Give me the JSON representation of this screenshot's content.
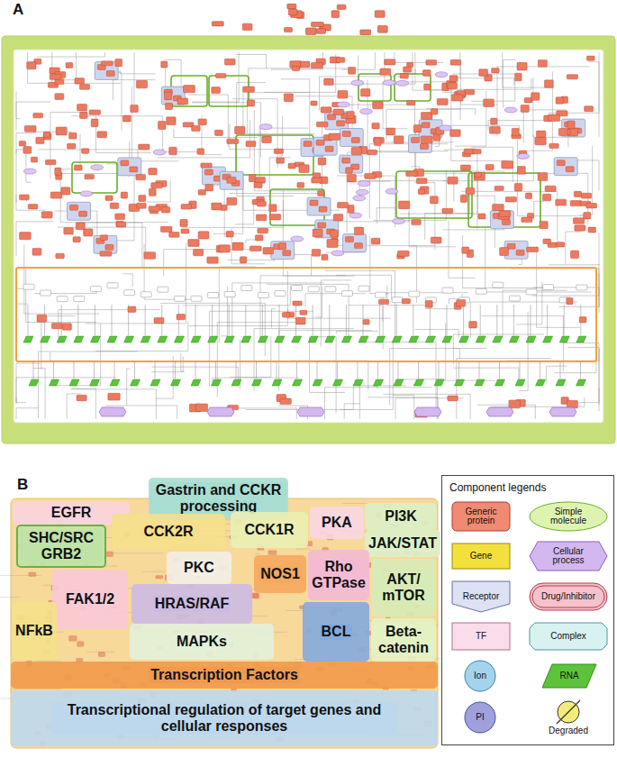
{
  "diagram": {
    "nodes": [
      {
        "text": [
          "Gastrin and CCKR processing"
        ]
      },
      {
        "text": [
          "EGFR"
        ]
      },
      {
        "text": [
          "SHC/SRC GRB2"
        ]
      },
      {
        "text": [
          "CCK2R"
        ]
      },
      {
        "text": [
          "CCK1R"
        ]
      },
      {
        "text": [
          "PKA"
        ]
      },
      {
        "text": [
          "PI3K"
        ]
      },
      {
        "text": [
          "JAK/STAT"
        ]
      },
      {
        "text": [
          "PKC"
        ]
      },
      {
        "text": [
          "FAK1/2"
        ]
      },
      {
        "text": [
          "HRAS/RAF"
        ]
      },
      {
        "text": [
          "NOS1"
        ]
      },
      {
        "text": [
          "Rho GTPase"
        ]
      },
      {
        "text": [
          "NFkB"
        ]
      },
      {
        "text": [
          "MAPKs"
        ]
      },
      {
        "text": [
          "BCL"
        ]
      },
      {
        "text": [
          "AKT/ mTOR"
        ]
      },
      {
        "text": [
          "Beta- catenin"
        ]
      },
      {
        "text": [
          "Transcription Factors"
        ]
      },
      {
        "text": [
          "Transcriptional regulation of target genes and cellular responses"
        ]
      }
    ],
    "labels": [
      "A",
      "B",
      "Component legends"
    ],
    "legend": [
      {
        "text": "Generic protein"
      },
      {
        "text": "Simple molecule"
      },
      {
        "text": "Gene"
      },
      {
        "text": "Cellular process"
      },
      {
        "text": "Receptor"
      },
      {
        "text": "Drug/Inhibitor"
      },
      {
        "text": "TF"
      },
      {
        "text": "Complex"
      },
      {
        "text": "Ion"
      },
      {
        "text": "RNA"
      },
      {
        "text": "PI"
      },
      {
        "text": "Degraded"
      }
    ]
  }
}
